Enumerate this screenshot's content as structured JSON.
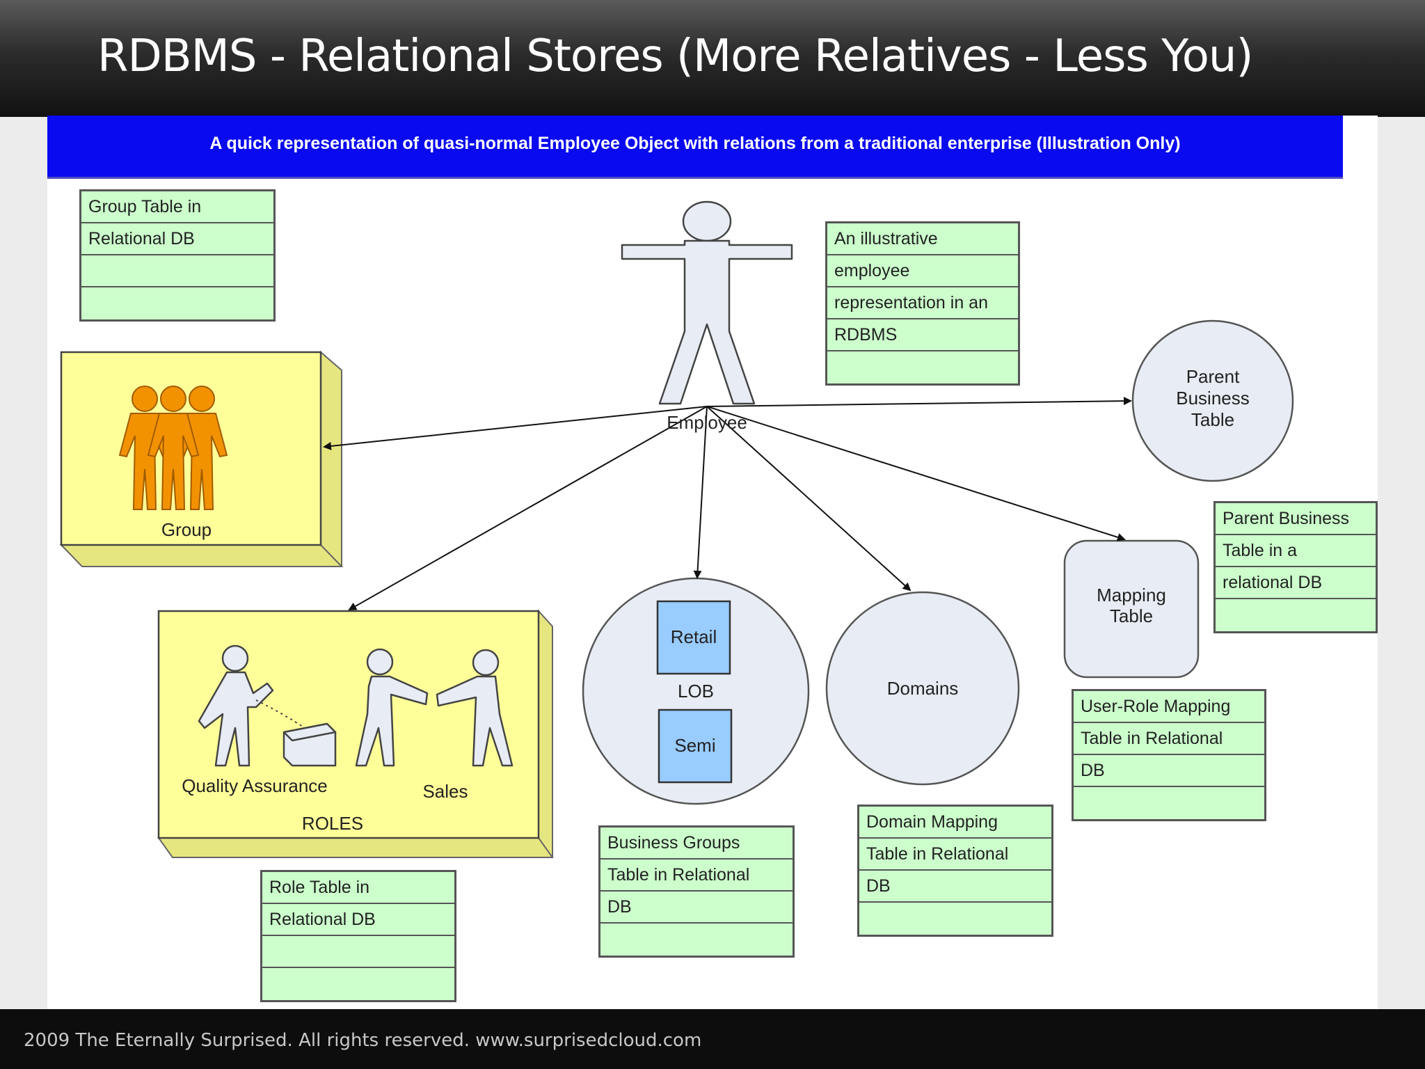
{
  "slide": {
    "title": "RDBMS - Relational Stores (More Relatives - Less You)",
    "footer": "2009 The Eternally Surprised. All rights reserved. www.surprisedcloud.com"
  },
  "diagram": {
    "banner": "A quick representation of quasi-normal Employee Object with relations from a traditional enterprise (Illustration Only)",
    "nodes": {
      "employee": "Employee",
      "group": "Group",
      "roles": "ROLES",
      "quality_assurance": "Quality Assurance",
      "sales": "Sales",
      "lob": "LOB",
      "retail": "Retail",
      "semi": "Semi",
      "domains": "Domains",
      "mapping_table": [
        "Mapping",
        "Table"
      ],
      "parent_business_table": [
        "Parent",
        "Business",
        "Table"
      ]
    },
    "tables": {
      "group_table": [
        "Group Table in",
        "Relational  DB",
        "",
        ""
      ],
      "employee_note": [
        "An  illustrative",
        "employee",
        "representation in an",
        "RDBMS",
        ""
      ],
      "parent_business_note": [
        "Parent Business",
        "Table in a",
        "relational  DB",
        ""
      ],
      "user_role_mapping": [
        "User-Role Mapping",
        "Table in Relational",
        "DB",
        ""
      ],
      "domain_mapping": [
        "Domain Mapping",
        "Table in Relational",
        "DB",
        ""
      ],
      "business_groups": [
        "Business Groups",
        "Table in Relational",
        "DB",
        ""
      ],
      "role_table": [
        "Role Table in",
        "Relational  DB",
        "",
        ""
      ]
    },
    "colors": {
      "banner": "#0a0af0",
      "table_fill": "#ccffcc",
      "box_fill": "#ffff99",
      "circle_fill": "#e8ecf4",
      "lob_box": "#99ccff",
      "group_figures": "#f39200"
    }
  }
}
